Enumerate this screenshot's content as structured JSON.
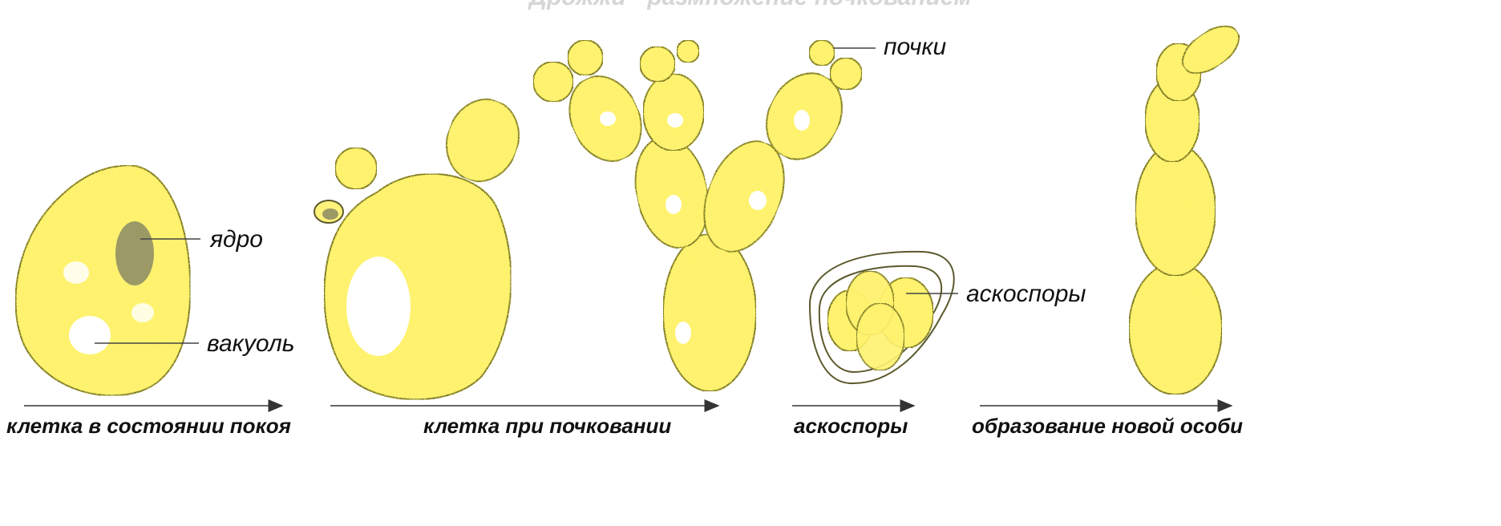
{
  "title": "Дрожжи - размножение почкованием",
  "colors": {
    "cell_fill": "#fff27a",
    "cell_speckle": "#f2e200",
    "cell_outline": "#5b5a2c",
    "nucleus": "#9b9a66",
    "vacuole": "#ffffff",
    "text": "#111111"
  },
  "labels": {
    "nucleus": "ядро",
    "vacuole": "вакуоль",
    "buds": "почки",
    "ascospores": "аскоспоры"
  },
  "stages": [
    {
      "caption": "клетка в состоянии покоя"
    },
    {
      "caption": "клетка при почковании"
    },
    {
      "caption": "аскоспоры"
    },
    {
      "caption": "образование новой особи"
    }
  ]
}
